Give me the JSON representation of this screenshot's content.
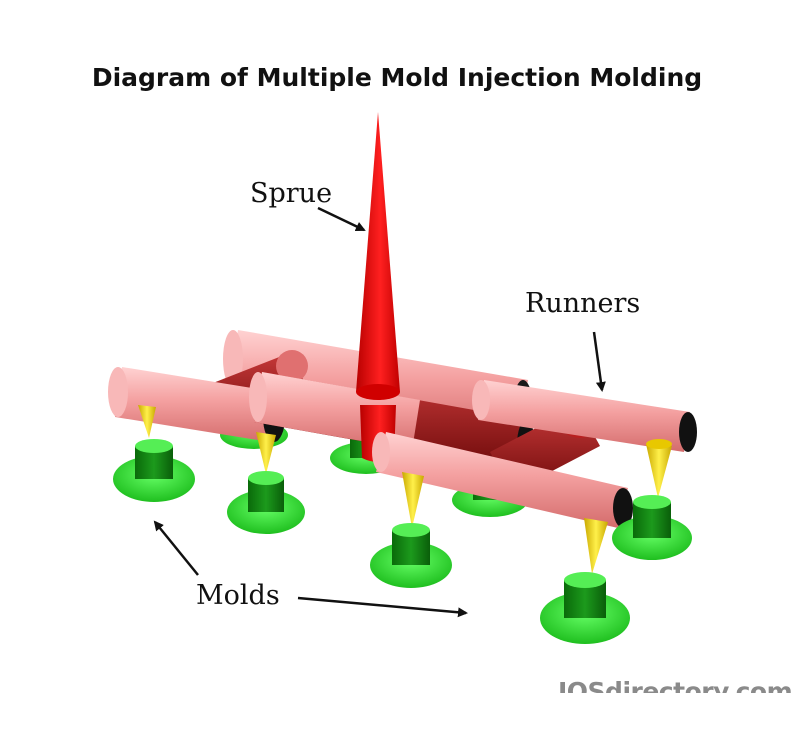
{
  "title": "Diagram of Multiple Mold Injection Molding",
  "labels": {
    "sprue": "Sprue",
    "runners": "Runners",
    "molds": "Molds"
  },
  "watermark": "IQSdirectory.com",
  "colors": {
    "sprue": "#e00000",
    "runner_light": "#f4a0a0",
    "runner_dark": "#a01414",
    "mold_light": "#33dd33",
    "mold_dark": "#0a7a0a",
    "gate": "#f2d400",
    "arrow": "#111111"
  }
}
